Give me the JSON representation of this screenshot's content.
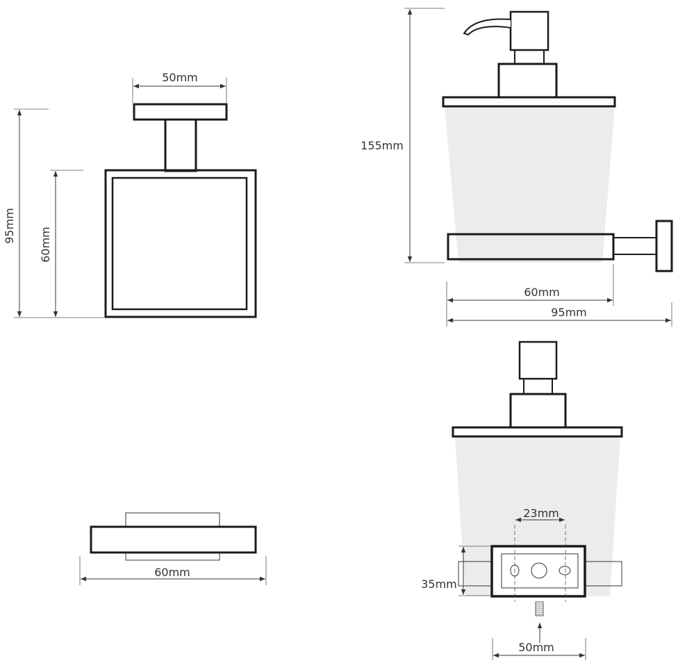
{
  "title": "Soap dispenser dimension drawing",
  "dimensions": {
    "top_left_width": "50mm",
    "top_left_total_height": "95mm",
    "top_left_frame_height": "60mm",
    "side_height": "155mm",
    "side_holder_depth": "60mm",
    "side_total_depth": "95mm",
    "bottom_left_width": "60mm",
    "plate_hole_spacing": "23mm",
    "plate_height": "35mm",
    "plate_width": "50mm"
  }
}
